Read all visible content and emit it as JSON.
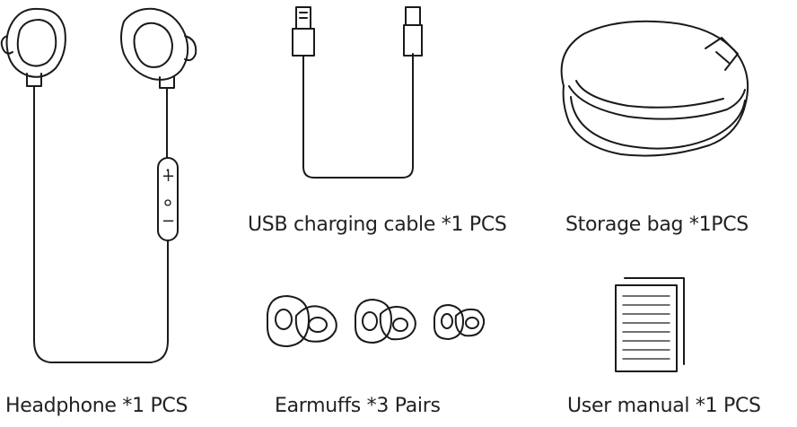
{
  "items": {
    "headphone": "Headphone *1 PCS",
    "cable": "USB charging cable *1 PCS",
    "bag": "Storage bag *1PCS",
    "earmuffs": "Earmuffs *3 Pairs",
    "manual": "User manual *1 PCS"
  },
  "remote": {
    "plus": "+",
    "minus": "−"
  }
}
